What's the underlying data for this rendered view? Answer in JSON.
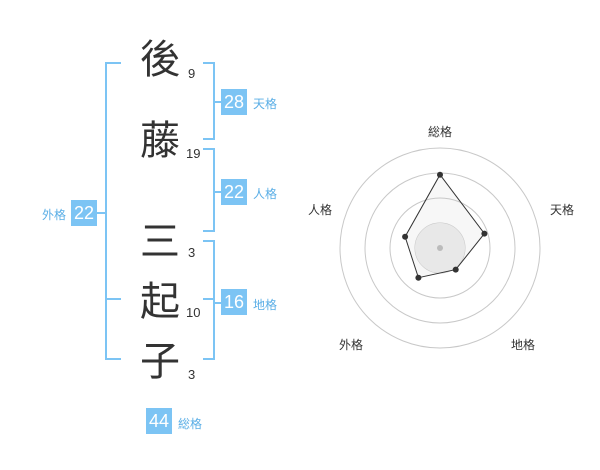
{
  "name": {
    "chars": [
      {
        "char": "後",
        "strokes": "9"
      },
      {
        "char": "藤",
        "strokes": "19"
      },
      {
        "char": "三",
        "strokes": "3"
      },
      {
        "char": "起",
        "strokes": "10"
      },
      {
        "char": "子",
        "strokes": "3"
      }
    ]
  },
  "kakusu": {
    "tenkaku": {
      "value": "28",
      "label": "天格"
    },
    "jinkaku": {
      "value": "22",
      "label": "人格"
    },
    "chikaku": {
      "value": "16",
      "label": "地格"
    },
    "gaikaku": {
      "value": "22",
      "label": "外格"
    },
    "soukaku": {
      "value": "44",
      "label": "総格"
    }
  },
  "colors": {
    "accent": "#7cc4f4",
    "text": "#333333"
  },
  "chart_data": {
    "type": "radar",
    "axes": [
      "総格",
      "天格",
      "地格",
      "外格",
      "人格"
    ],
    "values": [
      44,
      28,
      16,
      22,
      22
    ],
    "ring_count": 4,
    "grid": true
  }
}
